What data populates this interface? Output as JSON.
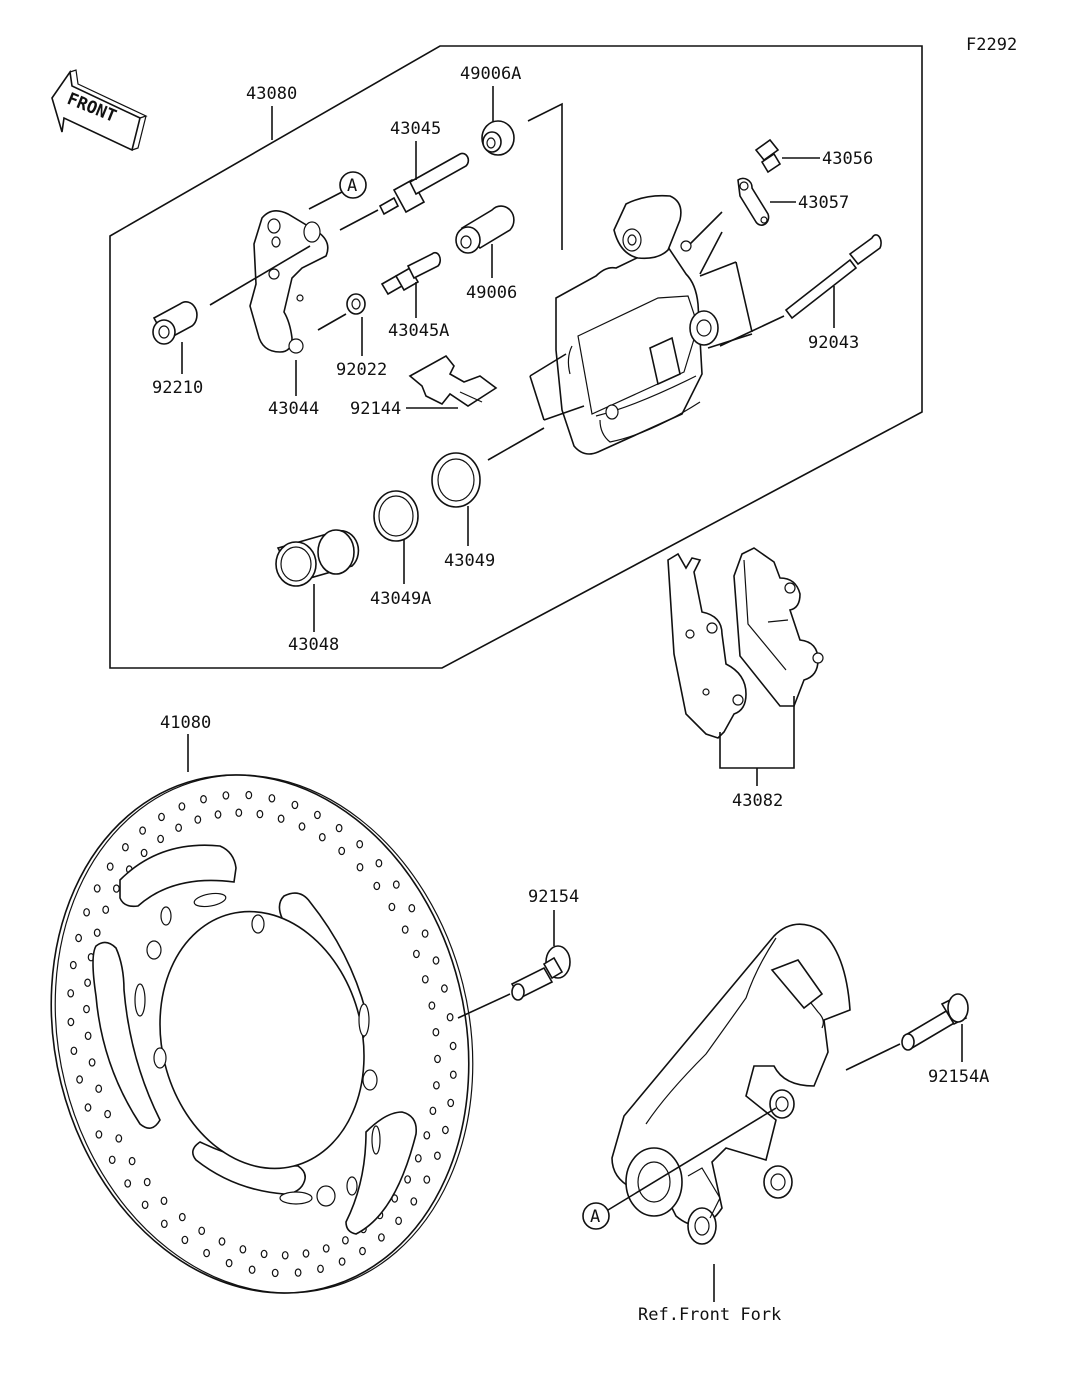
{
  "figure_code": "F2292",
  "front_label": "FRONT",
  "ref_label": "Ref.Front Fork",
  "callout_a": "A",
  "parts": {
    "p43080": "43080",
    "p49006A": "49006A",
    "p43045": "43045",
    "p43056": "43056",
    "p43057": "43057",
    "p49006": "49006",
    "p92043": "92043",
    "p43045A": "43045A",
    "p92210": "92210",
    "p43044": "43044",
    "p92022": "92022",
    "p92144": "92144",
    "p43049": "43049",
    "p43049A": "43049A",
    "p43048": "43048",
    "p41080": "41080",
    "p43082": "43082",
    "p92154": "92154",
    "p92154A": "92154A"
  }
}
